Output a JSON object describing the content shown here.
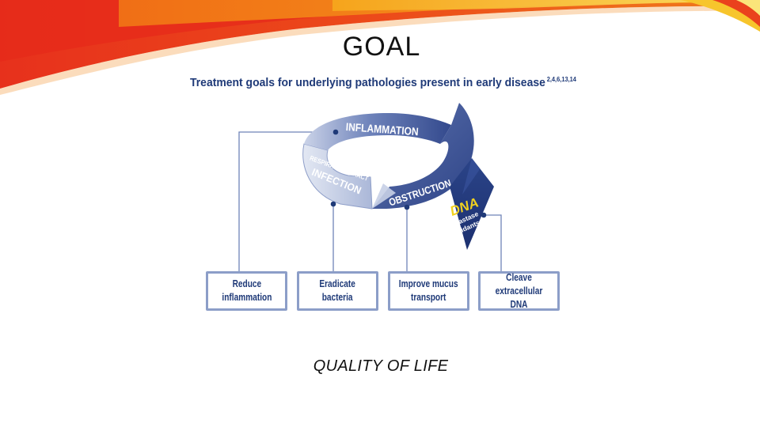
{
  "slide": {
    "title": "GOAL",
    "footer": "QUALITY OF LIFE"
  },
  "diagram": {
    "heading": "Treatment goals for underlying pathologies present in early disease",
    "heading_refs": "2,4,6,13,14",
    "cycle": {
      "inflammation": "INFLAMMATION",
      "infection_top": "RESPIRATORY TRACT",
      "infection": "INFECTION",
      "obstruction": "OBSTRUCTION"
    },
    "dna_arrow": {
      "label": "DNA",
      "line1": "Elastase",
      "line2": "Oxidants"
    },
    "goals": [
      {
        "line1": "Reduce",
        "line2": "inflammation"
      },
      {
        "line1": "Eradicate",
        "line2": "bacteria"
      },
      {
        "line1": "Improve mucus",
        "line2": "transport"
      },
      {
        "line1": "Cleave",
        "line2": "extracellular DNA"
      }
    ]
  },
  "colors": {
    "navy": "#1f3a78",
    "ring_dark": "#3f5698",
    "ring_light": "#c6cfe6",
    "box_border": "#8c9ec8",
    "connector": "#6f84b8",
    "banner_red": "#e0261c",
    "banner_orange": "#f59a12",
    "banner_yellow": "#f7d43a"
  }
}
